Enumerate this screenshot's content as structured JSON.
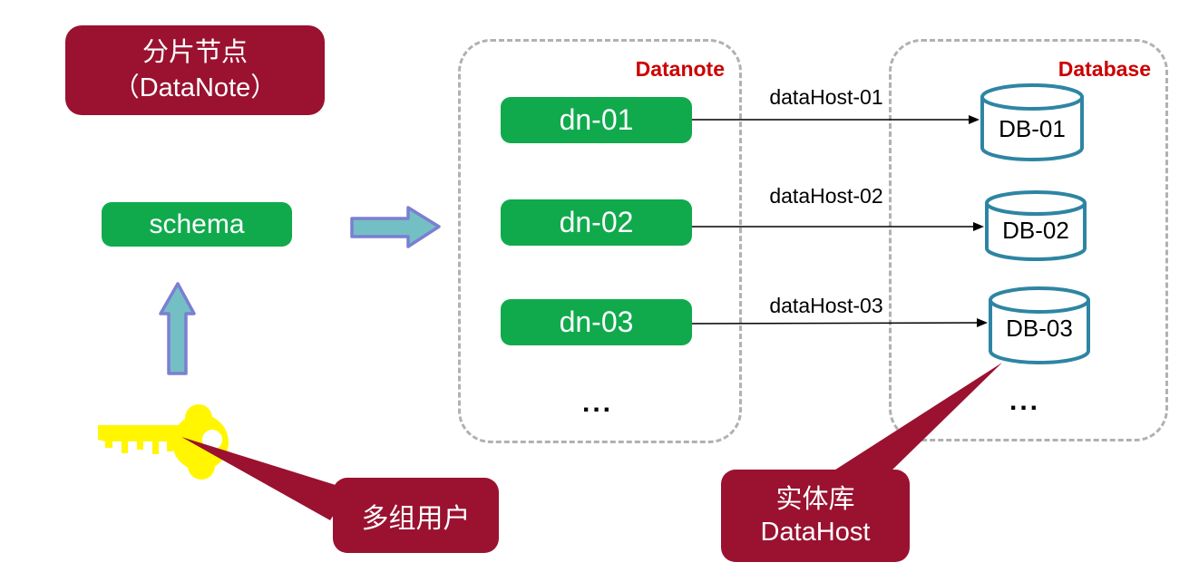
{
  "title_box": {
    "line1": "分片节点",
    "line2": "（DataNote）"
  },
  "schema_box": {
    "label": "schema"
  },
  "datanote_container": {
    "title": "Datanote",
    "ellipsis": "...",
    "nodes": [
      {
        "label": "dn-01"
      },
      {
        "label": "dn-02"
      },
      {
        "label": "dn-03"
      }
    ]
  },
  "database_container": {
    "title": "Database",
    "ellipsis": "...",
    "databases": [
      {
        "label": "DB-01"
      },
      {
        "label": "DB-02"
      },
      {
        "label": "DB-03"
      }
    ]
  },
  "connections": [
    {
      "label": "dataHost-01"
    },
    {
      "label": "dataHost-02"
    },
    {
      "label": "dataHost-03"
    }
  ],
  "callouts": {
    "users": {
      "label": "多组用户"
    },
    "datahost": {
      "line1": "实体库",
      "line2": "DataHost"
    }
  },
  "icons": {
    "key": "key-icon (yellow key silhouette)",
    "up_arrow": "up-arrow-icon (teal block arrow)",
    "right_arrow": "right-arrow-icon (teal block arrow)",
    "database": "database-cylinder-icon (teal outlined cylinder)"
  },
  "colors": {
    "maroon": "#9A1230",
    "green": "#10AA4D",
    "block_arrow_fill": "#74BFC4",
    "block_arrow_border": "#7B7FD2",
    "cylinder_stroke": "#2E85A3",
    "container_label_red": "#CC0000",
    "key_yellow": "#FFF600",
    "container_border": "#B1B1B1",
    "connector": "#000000",
    "text_white": "#FFFFFF"
  }
}
